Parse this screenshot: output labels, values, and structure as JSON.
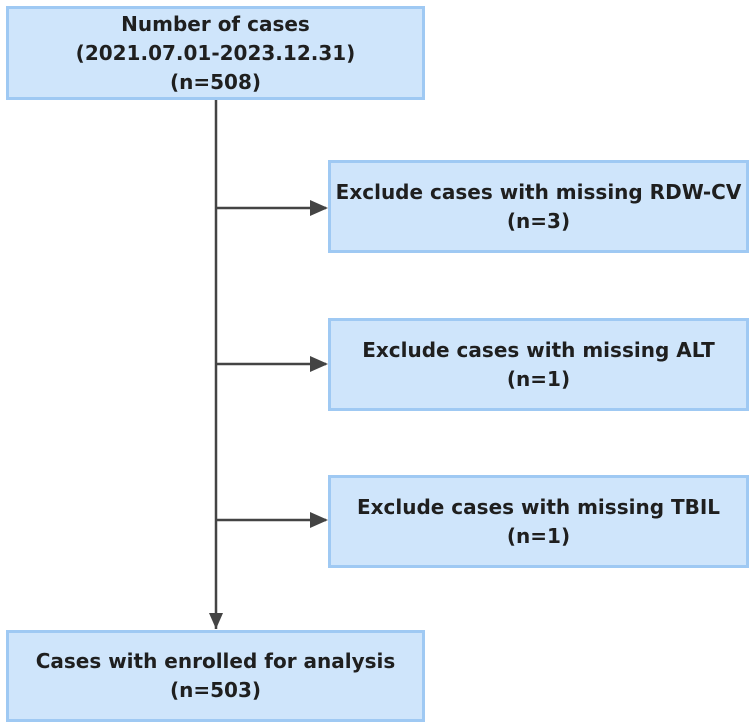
{
  "boxes": {
    "start": {
      "line1": "Number of cases",
      "line2": "(2021.07.01-2023.12.31)",
      "line3": "(n=508)"
    },
    "exclude_rdw": {
      "line1": "Exclude cases with missing RDW-CV",
      "line2": "(n=3)"
    },
    "exclude_alt": {
      "line1": "Exclude cases with missing ALT",
      "line2": "(n=1)"
    },
    "exclude_tbil": {
      "line1": "Exclude cases with missing TBIL",
      "line2": "(n=1)"
    },
    "final": {
      "line1": "Cases with enrolled for analysis",
      "line2": "(n=503)"
    }
  },
  "colors": {
    "box_fill": "#cfe5fb",
    "box_border": "#9fc9f3",
    "arrow": "#444444",
    "text": "#1f1f1f"
  }
}
